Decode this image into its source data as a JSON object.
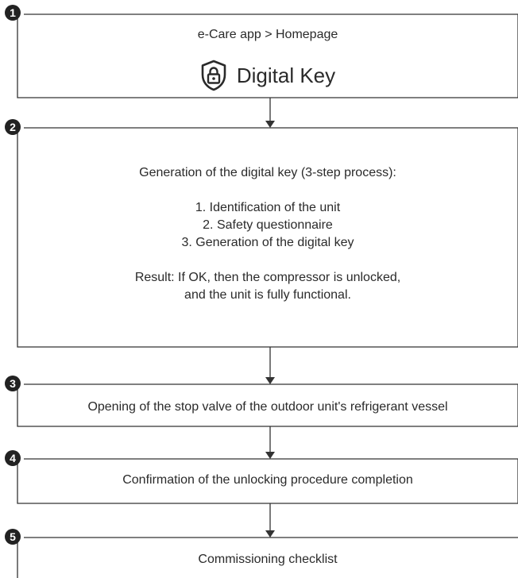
{
  "steps": [
    {
      "number": "1",
      "path": "e-Care app > Homepage",
      "feature_label": "Digital Key"
    },
    {
      "number": "2",
      "heading": "Generation of the digital key (3-step process):",
      "substeps": [
        "1. Identification of the unit",
        "2. Safety questionnaire",
        "3. Generation of the digital key"
      ],
      "result_line1": "Result: If OK, then the compressor is unlocked,",
      "result_line2": "and the unit is fully functional."
    },
    {
      "number": "3",
      "text": "Opening of the stop valve of the outdoor unit's refrigerant vessel"
    },
    {
      "number": "4",
      "text": "Confirmation of the unlocking procedure completion"
    },
    {
      "number": "5",
      "text": "Commissioning checklist"
    }
  ]
}
